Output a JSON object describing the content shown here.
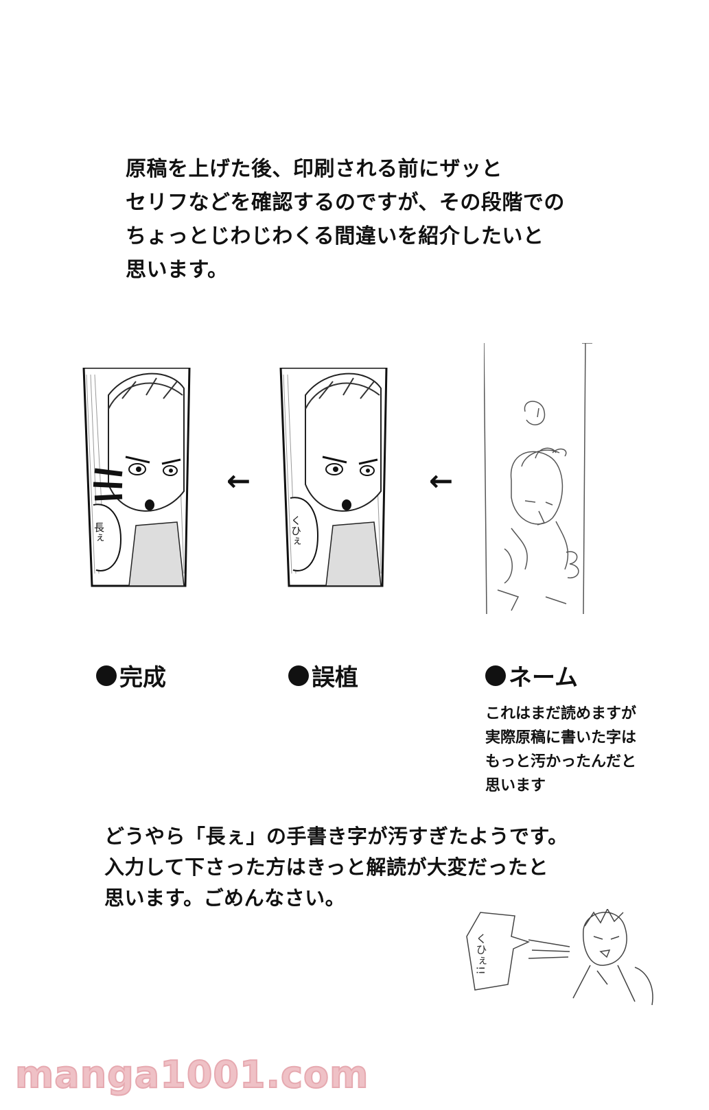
{
  "intro": {
    "lines": [
      "原稿を上げた後、印刷される前にザッと",
      "セリフなどを確認するのですが、その段階での",
      "ちょっとじわじわくる間違いを紹介したいと",
      "思います。"
    ]
  },
  "panels": {
    "arrow_symbol": "←",
    "final": {
      "caption": "完成",
      "bubble_text": "長ぇ"
    },
    "typo": {
      "caption": "誤植",
      "bubble_text": "くひぇ"
    },
    "sketch": {
      "caption": "ネーム"
    }
  },
  "sketch_note": {
    "lines": [
      "これはまだ読めますが",
      "実際原稿に書いた字は",
      "もっと汚かったんだと",
      "思います"
    ]
  },
  "outro": {
    "lines": [
      "どうやら「長ぇ」の手書き字が汚すぎたようです。",
      "入力して下さった方はきっと解読が大変だったと",
      "思います。ごめんなさい。"
    ]
  },
  "mini_sketch": {
    "bubble_text": "くひぇ!!"
  },
  "watermark": "manga1001.com"
}
